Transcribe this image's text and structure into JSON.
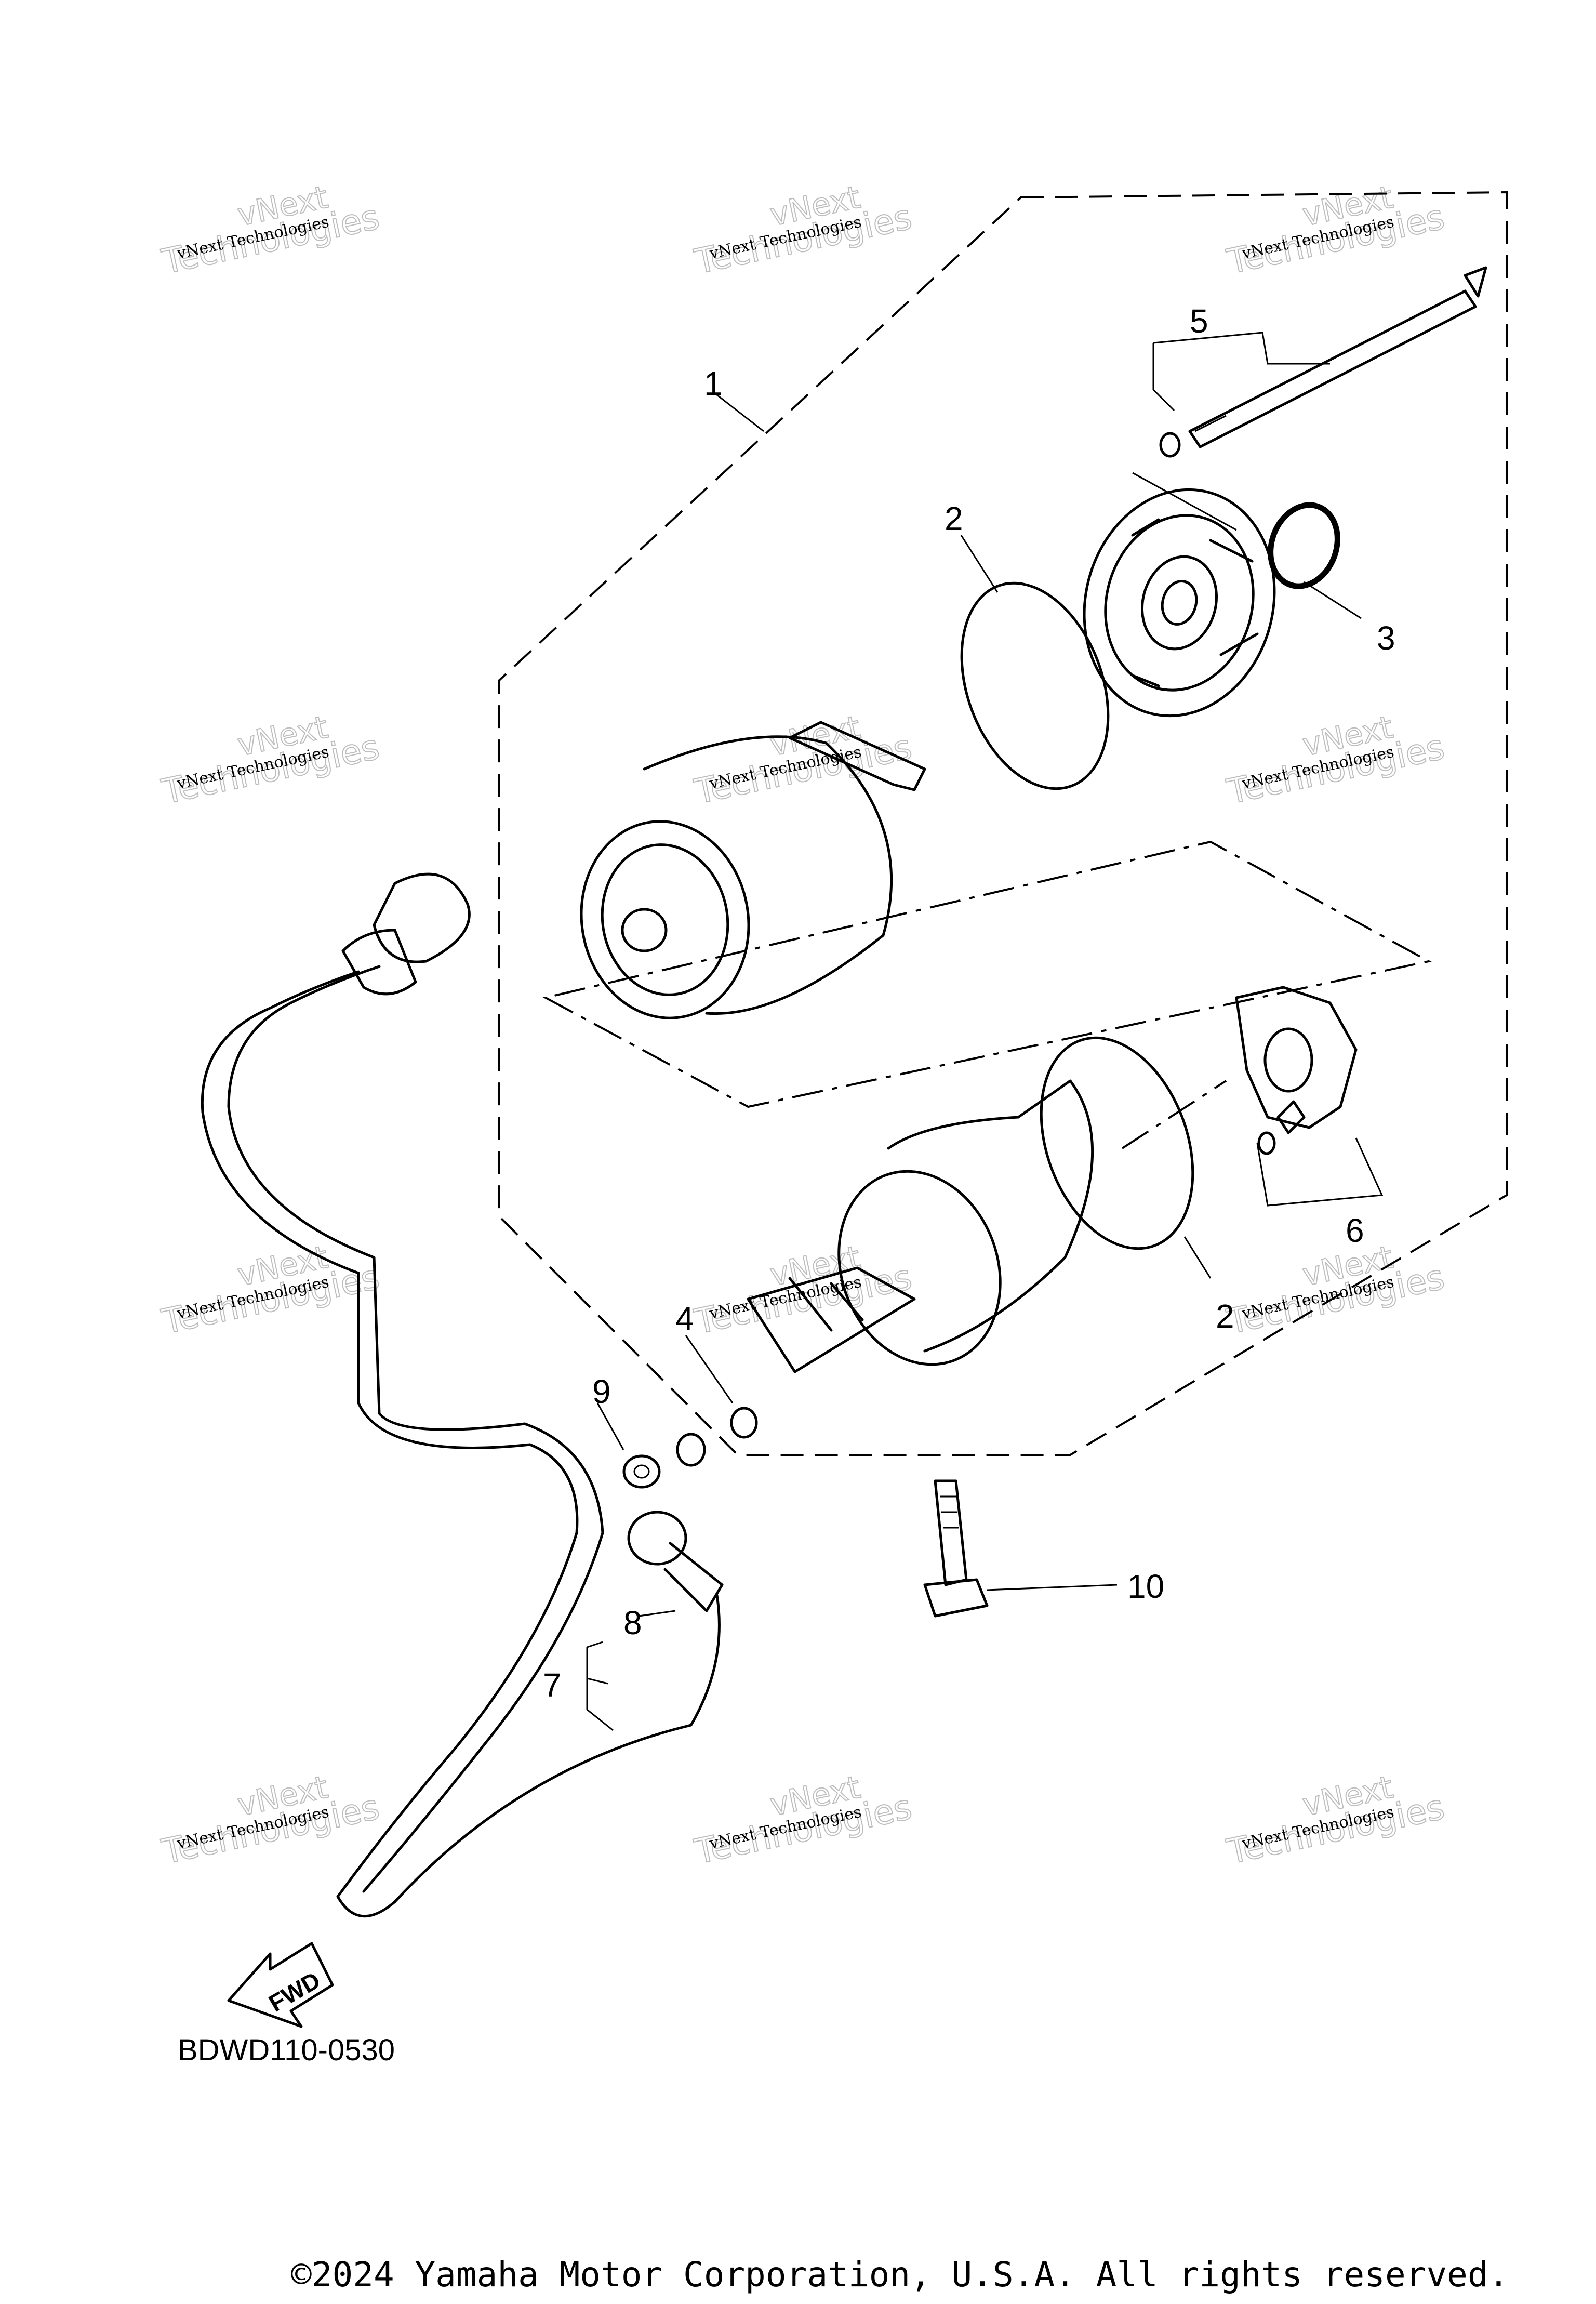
{
  "diagram": {
    "callouts": [
      {
        "id": "1",
        "label": "1"
      },
      {
        "id": "2a",
        "label": "2"
      },
      {
        "id": "2b",
        "label": "2"
      },
      {
        "id": "3",
        "label": "3"
      },
      {
        "id": "4",
        "label": "4"
      },
      {
        "id": "5",
        "label": "5"
      },
      {
        "id": "6",
        "label": "6"
      },
      {
        "id": "7",
        "label": "7"
      },
      {
        "id": "8",
        "label": "8"
      },
      {
        "id": "9",
        "label": "9"
      },
      {
        "id": "10",
        "label": "10"
      }
    ],
    "watermark_line1": "vNext Technologies",
    "watermark_line2": "vNext",
    "watermark_line3": "Technologies",
    "fwd_label": "FWD",
    "diagram_code": "BDWD110-0530",
    "copyright": "©2024 Yamaha Motor Corporation, U.S.A. All rights reserved."
  }
}
